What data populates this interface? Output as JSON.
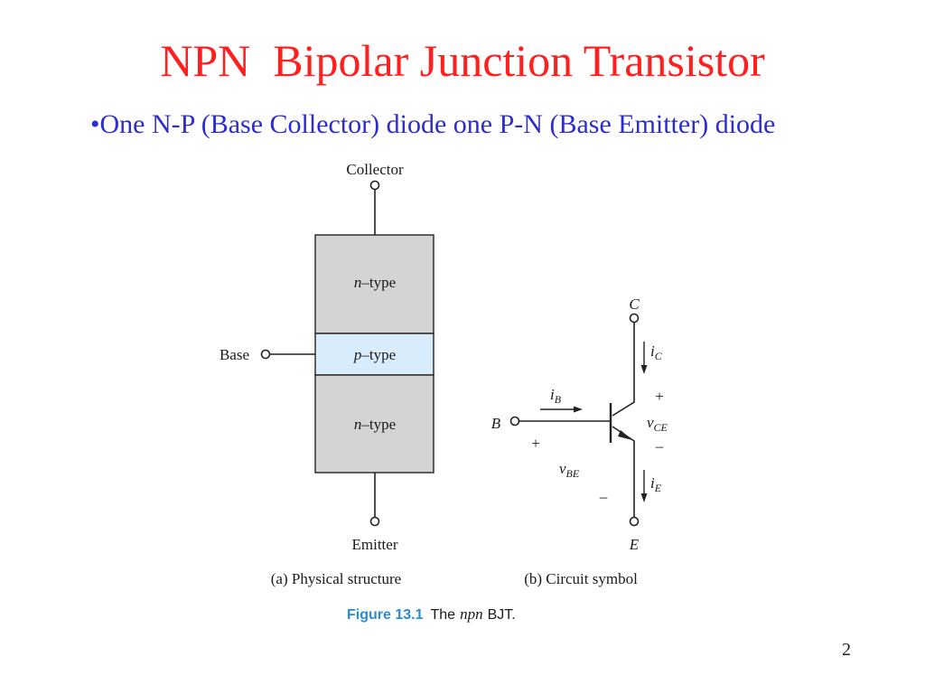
{
  "slide": {
    "title": "NPN  Bipolar Junction Transistor",
    "bullet": "•One N-P (Base Collector) diode one P-N (Base Emitter) diode",
    "number": "2"
  },
  "physical": {
    "collector": "Collector",
    "emitter": "Emitter",
    "base": "Base",
    "layers": [
      {
        "letter": "n",
        "suffix": "–type"
      },
      {
        "letter": "p",
        "suffix": "–type"
      },
      {
        "letter": "n",
        "suffix": "–type"
      }
    ],
    "caption": "(a) Physical structure"
  },
  "symbol": {
    "c": "C",
    "b": "B",
    "e": "E",
    "ic": {
      "main": "i",
      "sub": "C"
    },
    "ib": {
      "main": "i",
      "sub": "B"
    },
    "ie": {
      "main": "i",
      "sub": "E"
    },
    "vce": {
      "main": "v",
      "sub": "CE"
    },
    "vbe": {
      "main": "v",
      "sub": "BE"
    },
    "plus": "+",
    "minus": "–",
    "caption": "(b) Circuit symbol"
  },
  "figure": {
    "label": "Figure 13.1",
    "pre": "The",
    "em": "npn",
    "post": "BJT."
  },
  "colors": {
    "title": "#ff1f1f",
    "bullet": "#2c2ccf",
    "layer_n": "#d4d4d4",
    "layer_p": "#d8ecfb",
    "figure_label": "#2a8ccf"
  }
}
